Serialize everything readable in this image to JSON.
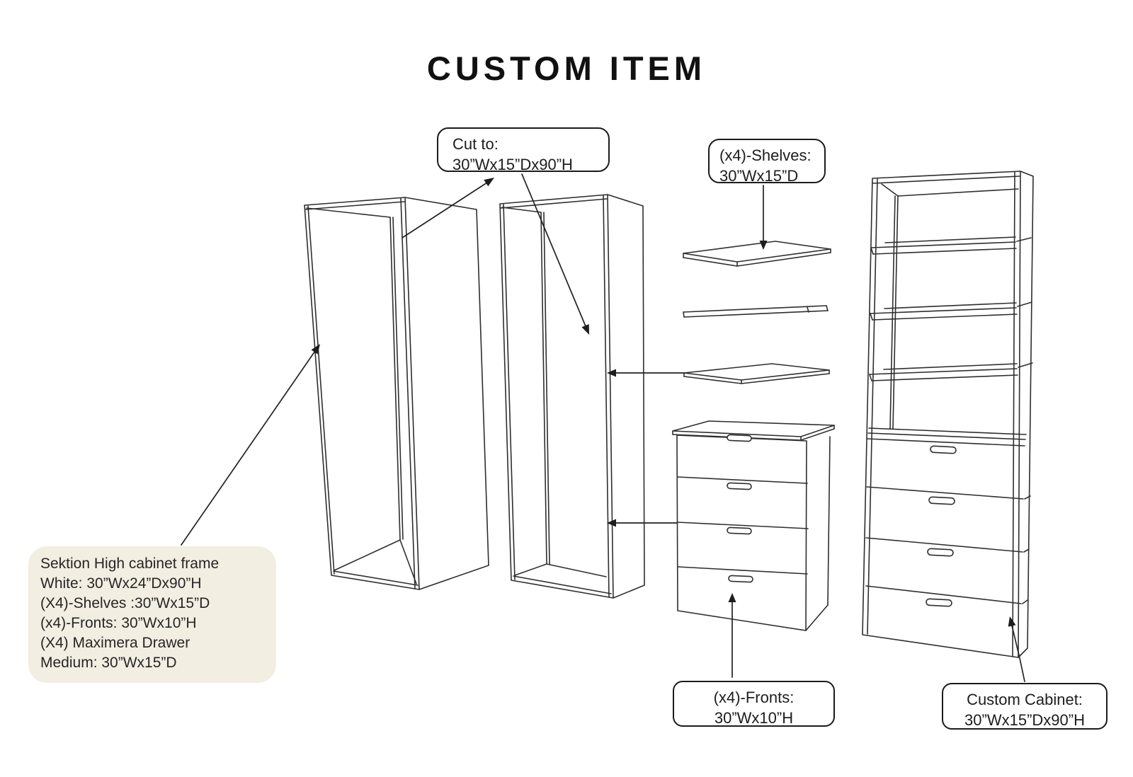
{
  "title": "CUSTOM ITEM",
  "colors": {
    "background": "#ffffff",
    "line_art": "#2e2e2e",
    "arrow": "#222222",
    "callout_border": "#1b1b1b",
    "callout_bg": "#ffffff",
    "spec_panel_bg": "#f3eee2",
    "text": "#1d1d1d"
  },
  "callouts": {
    "cut_to": {
      "lines": [
        "Cut to:",
        "30”Wx15”Dx90”H"
      ]
    },
    "shelves": {
      "lines": [
        "(x4)-Shelves:",
        "30”Wx15”D"
      ]
    },
    "fronts": {
      "lines": [
        "(x4)-Fronts:",
        "30”Wx10”H"
      ]
    },
    "custom_cabinet": {
      "lines": [
        "Custom Cabinet:",
        "30”Wx15”Dx90”H"
      ]
    }
  },
  "spec_panel": {
    "lines": [
      "Sektion High cabinet frame",
      "White: 30”Wx24”Dx90”H",
      "(X4)-Shelves :30”Wx15”D",
      "(x4)-Fronts: 30”Wx10”H",
      "(X4) Maximera Drawer",
      "Medium: 30”Wx15”D"
    ]
  }
}
